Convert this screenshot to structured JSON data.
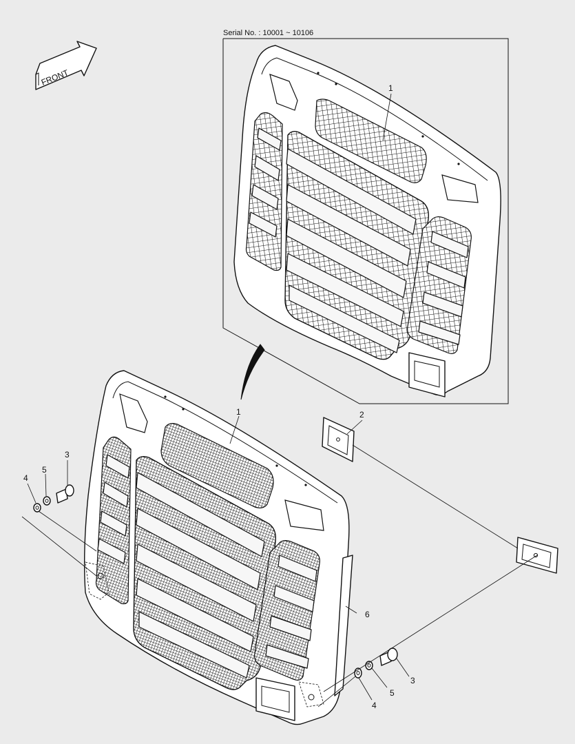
{
  "diagram": {
    "serial_label": "Serial No. : 10001 ~ 10106",
    "front_label": "FRONT",
    "callouts": {
      "grille_detail": "1",
      "grille_main": "1",
      "plate": "2",
      "bolt_left": "3",
      "washer_left": "4",
      "nut_left": "5",
      "seal_strip": "6",
      "bolt_right": "3",
      "washer_right": "4",
      "nut_right": "5"
    }
  }
}
